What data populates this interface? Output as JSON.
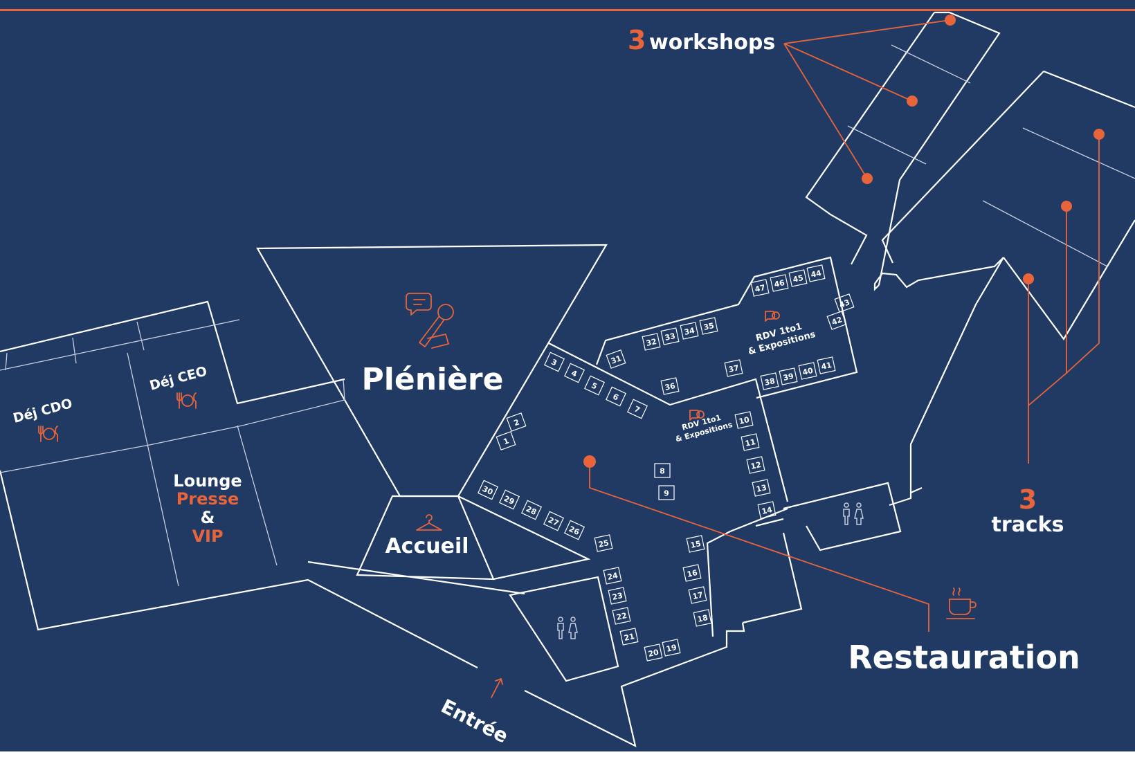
{
  "colors": {
    "background": "#213a63",
    "accent": "#e8643a",
    "walls": "#ffffff",
    "top_bar": "#e8643a"
  },
  "labels": {
    "workshops_num": "3",
    "workshops_word": "workshops",
    "tracks_num": "3",
    "tracks_word": "tracks",
    "pleniere": "Plénière",
    "accueil": "Accueil",
    "restauration": "Restauration",
    "entree": "Entrée",
    "dej_cdo": "Déj CDO",
    "dej_ceo": "Déj CEO",
    "lounge_1": "Lounge",
    "lounge_2": "Presse",
    "lounge_3": "&",
    "lounge_4": "VIP",
    "rdv_a_1": "RDV 1to1",
    "rdv_a_2": "& Expositions",
    "rdv_b_1": "RDV 1to1",
    "rdv_b_2": "& Expositions"
  },
  "booths": [
    "1",
    "2",
    "3",
    "4",
    "5",
    "6",
    "7",
    "8",
    "9",
    "10",
    "11",
    "12",
    "13",
    "14",
    "15",
    "16",
    "17",
    "18",
    "19",
    "20",
    "21",
    "22",
    "23",
    "24",
    "25",
    "26",
    "27",
    "28",
    "29",
    "30",
    "31",
    "32",
    "33",
    "34",
    "35",
    "36",
    "37",
    "38",
    "39",
    "40",
    "41",
    "42",
    "43",
    "44",
    "45",
    "46",
    "47"
  ],
  "icons": [
    "chat-bubble-icon",
    "microphone-icon",
    "hanger-icon",
    "cutlery-icon",
    "restroom-icon",
    "coffee-cup-icon",
    "arrow-up-icon"
  ]
}
